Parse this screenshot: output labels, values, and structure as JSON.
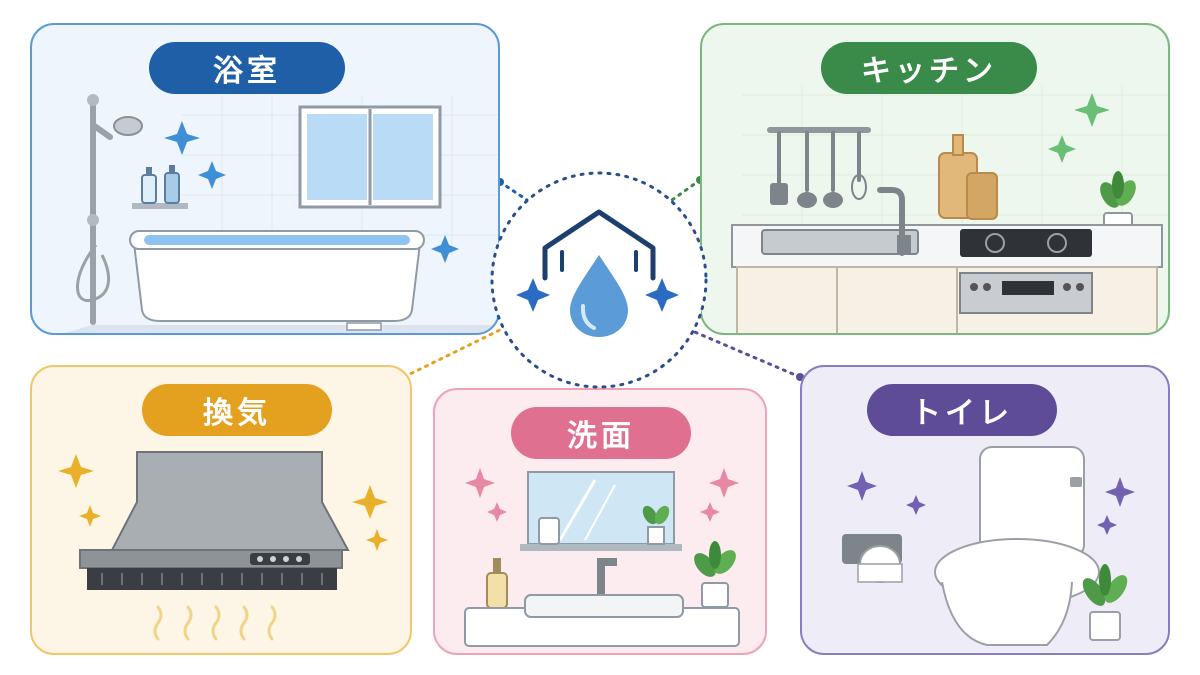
{
  "rooms": {
    "bath": {
      "label": "浴室"
    },
    "kitchen": {
      "label": "キッチン"
    },
    "vent": {
      "label": "換気"
    },
    "washroom": {
      "label": "洗面"
    },
    "toilet": {
      "label": "トイレ"
    }
  },
  "colors": {
    "bath": "#1f5fa8",
    "kitchen": "#3a8a4a",
    "vent": "#e3a11f",
    "washroom": "#e07090",
    "toilet": "#5e4c99",
    "water": "#5a9bd8",
    "house": "#1c3f6e"
  },
  "icons": [
    "house-icon",
    "water-drop-icon",
    "sparkle-icon",
    "shower-icon",
    "faucet-icon",
    "range-hood-icon",
    "toilet-icon",
    "plant-icon"
  ]
}
